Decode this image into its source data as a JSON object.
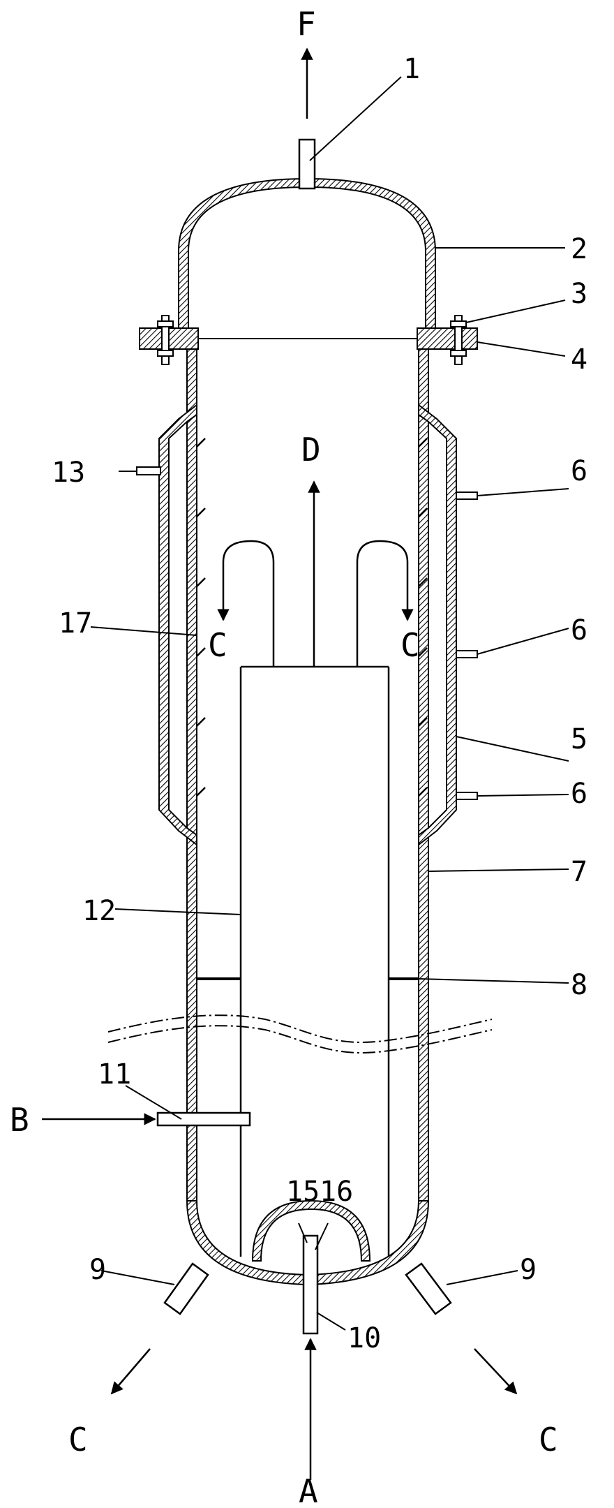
{
  "flows": {
    "top": "F",
    "center": "D",
    "inner_left": "C",
    "inner_right": "C",
    "inlet_side": "B",
    "inlet_bottom": "A",
    "outlet_left": "C",
    "outlet_right": "C"
  },
  "part_labels": [
    "1",
    "2",
    "3",
    "4",
    "5",
    "6",
    "6",
    "6",
    "7",
    "8",
    "9",
    "9",
    "10",
    "11",
    "12",
    "13",
    "15",
    "16",
    "17"
  ]
}
